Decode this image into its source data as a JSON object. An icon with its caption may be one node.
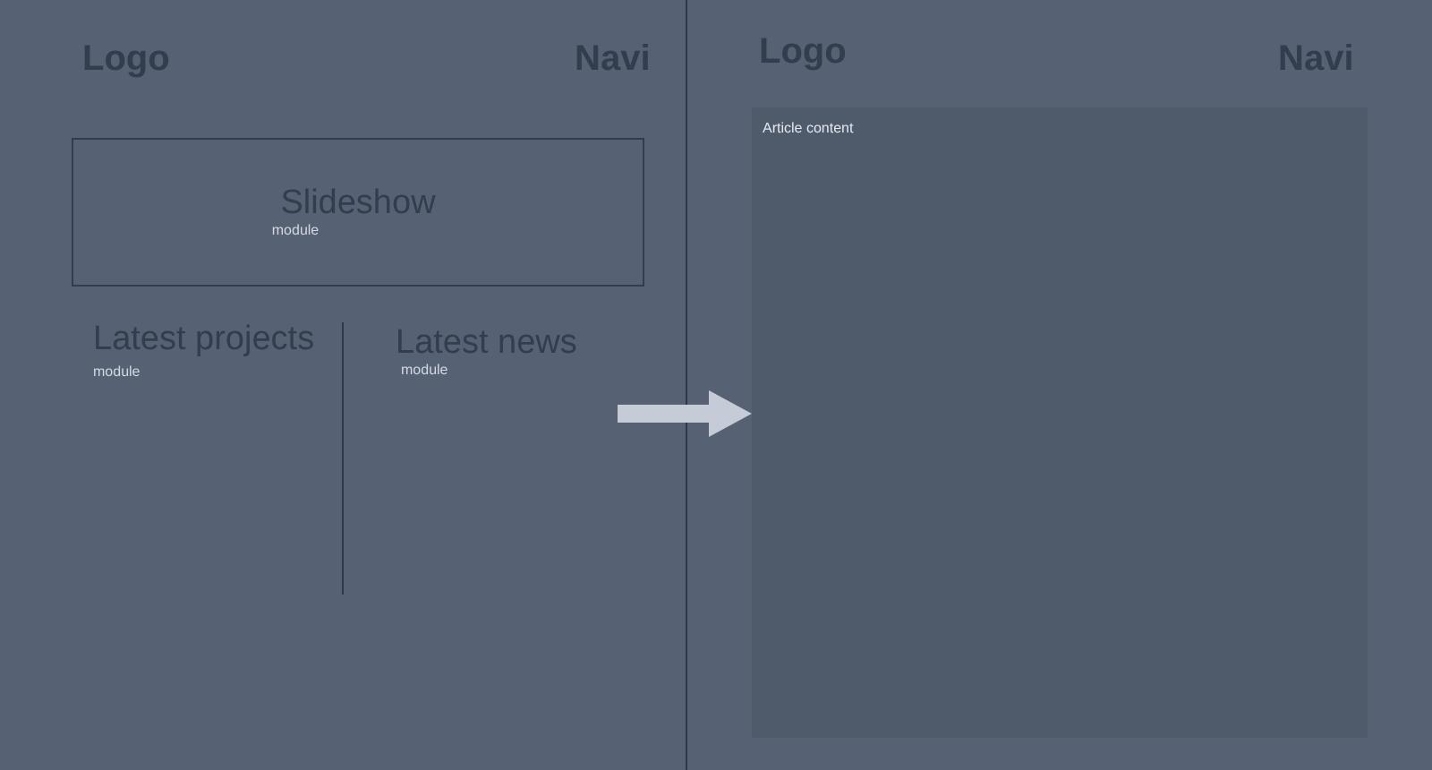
{
  "diagram": {
    "nodes": [
      {
        "text": [
          "Slideshow",
          "module"
        ]
      },
      {
        "text": [
          "Article content"
        ]
      }
    ],
    "edges": [
      {
        "from": null,
        "to": 1,
        "arrow": "to"
      }
    ],
    "labels": [
      "Logo",
      "Navi",
      "Latest projects",
      "module",
      "Latest news",
      "module",
      "Logo",
      "Navi"
    ]
  }
}
